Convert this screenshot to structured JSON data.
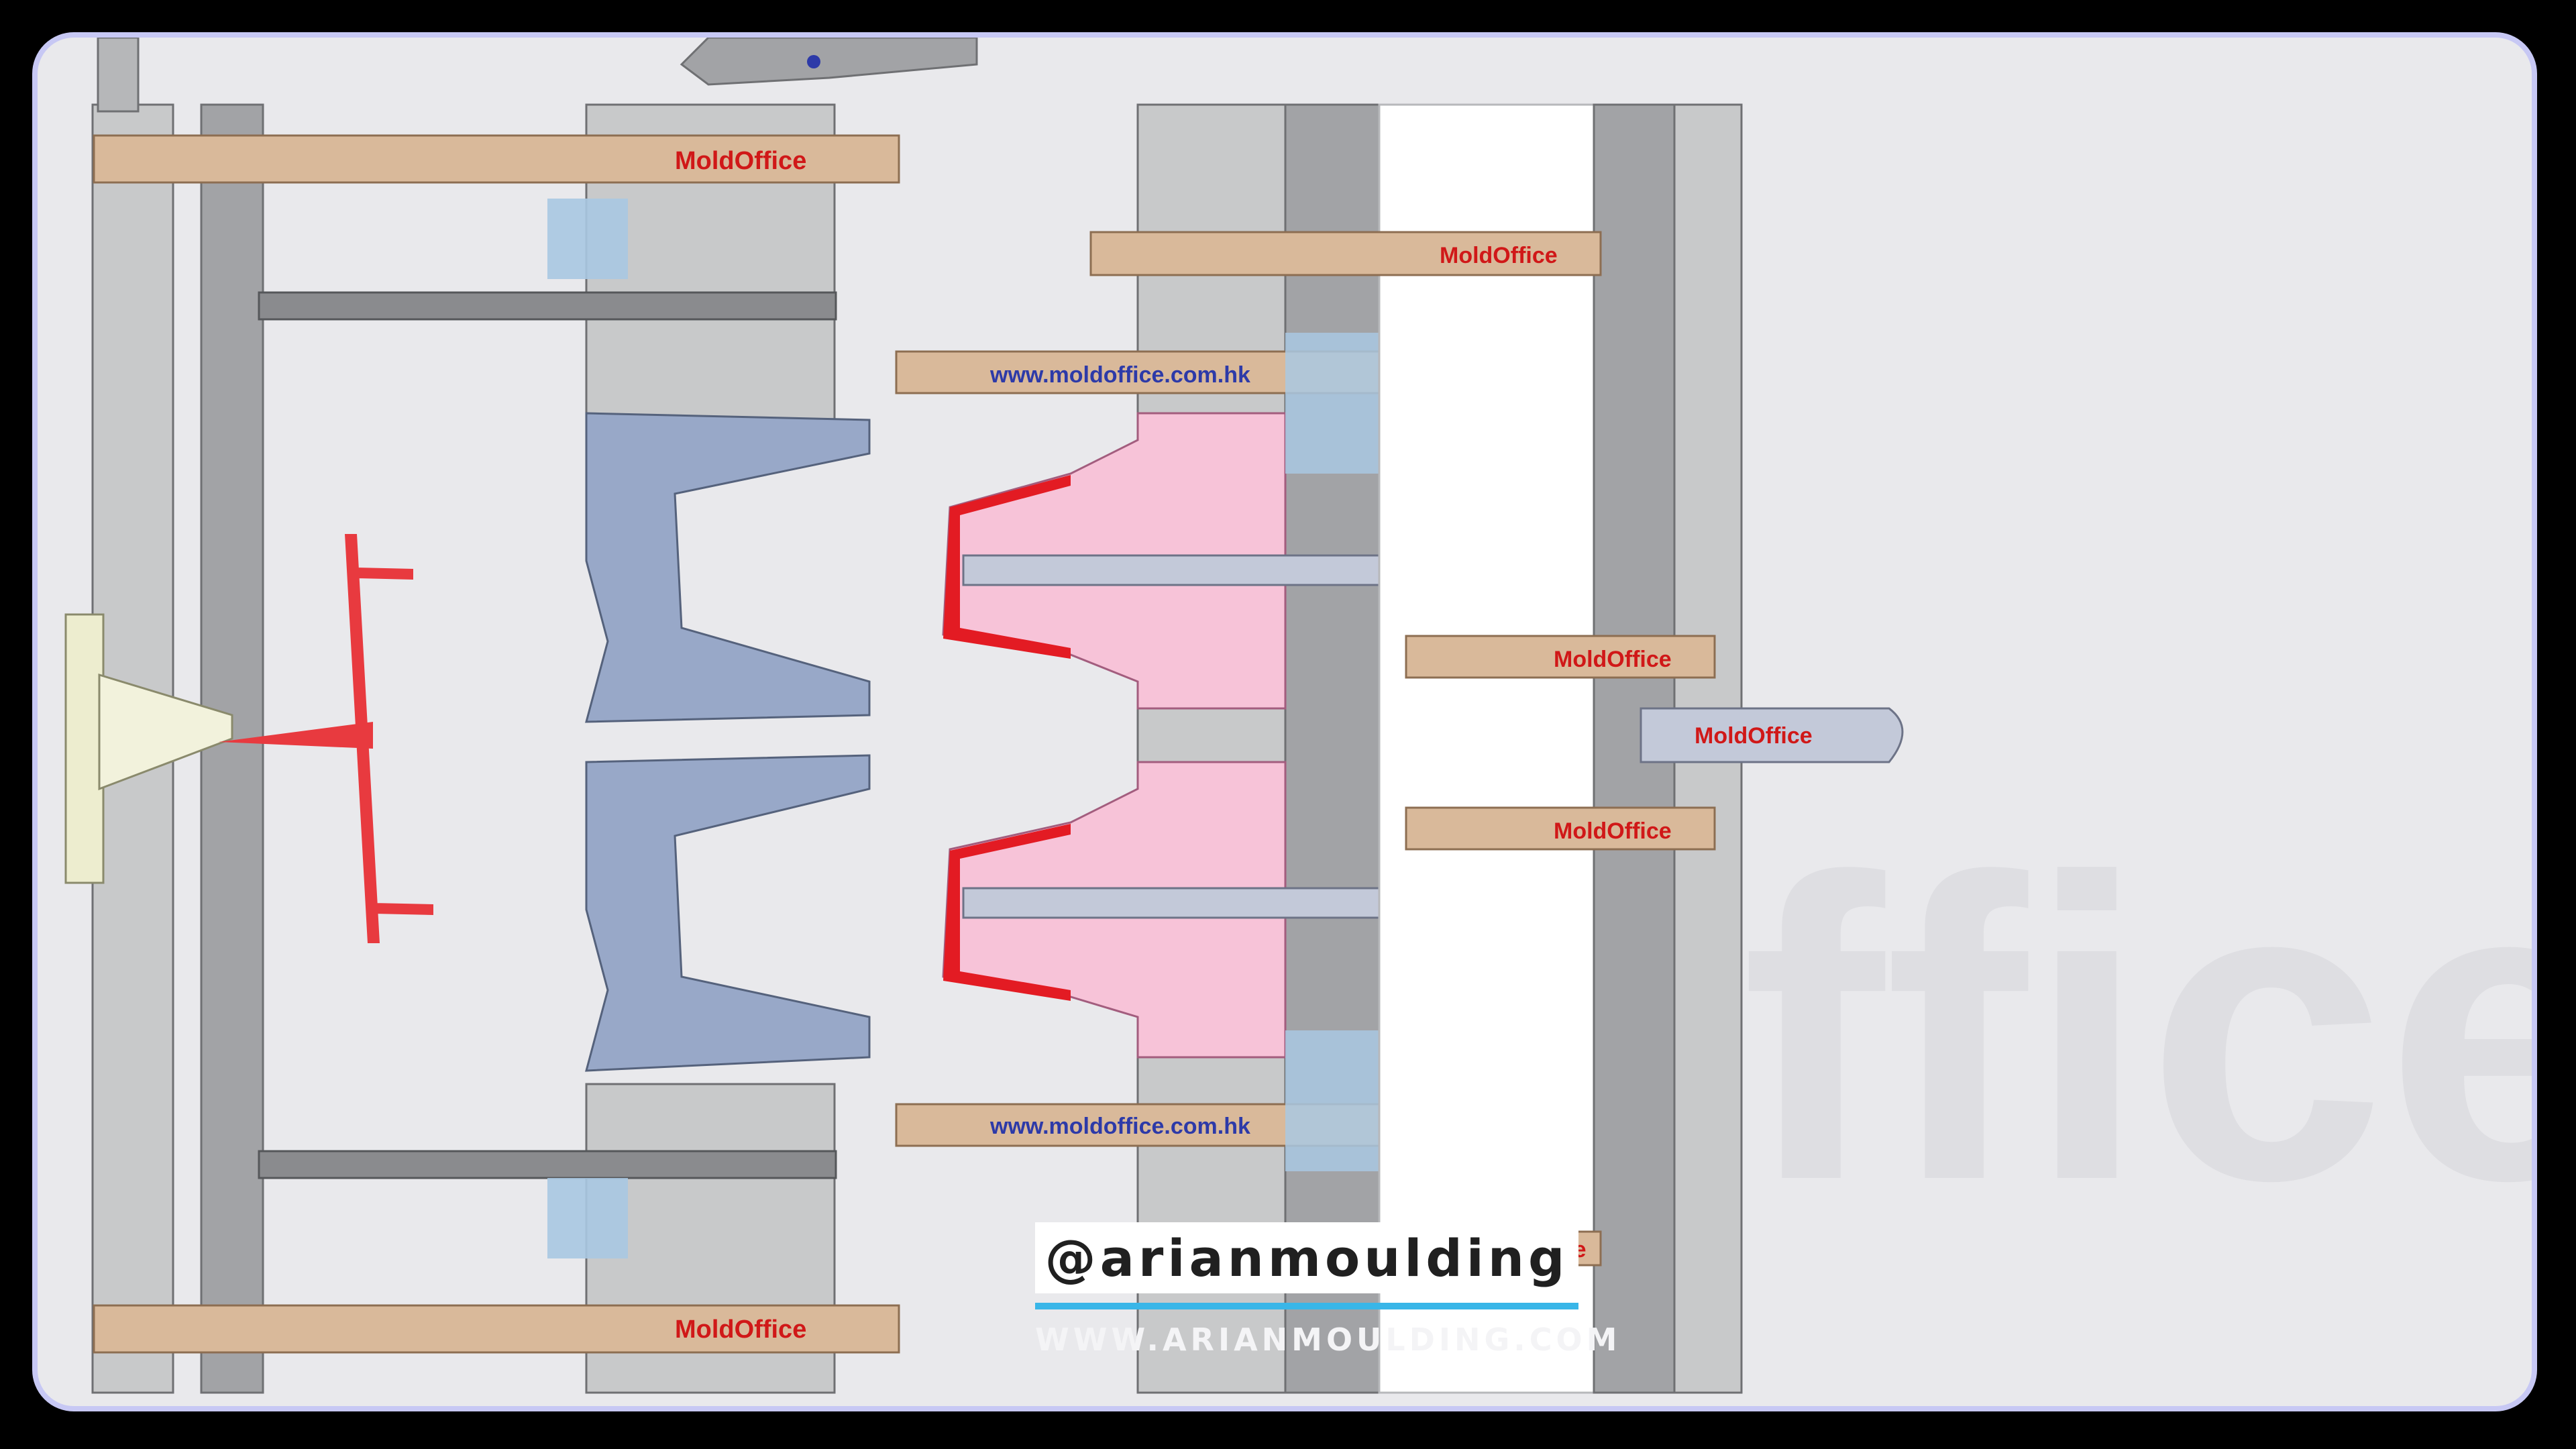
{
  "diagram": {
    "brand_label": "MoldOffice",
    "url_label": "www.moldoffice.com.hk",
    "partial_label": "fice",
    "watermark_text": "ffice",
    "colors": {
      "frame_background": "#e9e9ec",
      "frame_border": "#c7c8f4",
      "plate_gray": "#c8c9ca",
      "plate_dark": "#a2a3a6",
      "pin_tan": "#d9b99a",
      "cavity_blue": "#98a8c8",
      "core_pink": "#f7c3d8",
      "part_red": "#e31b23",
      "spring_blue": "#a9c8e2",
      "brand_text": "#d01818",
      "url_text": "#2d3aa8"
    }
  },
  "overlay": {
    "handle": "@arianmoulding",
    "website": "WWW.ARIANMOULDING.COM",
    "accent": "#39b6e8"
  }
}
